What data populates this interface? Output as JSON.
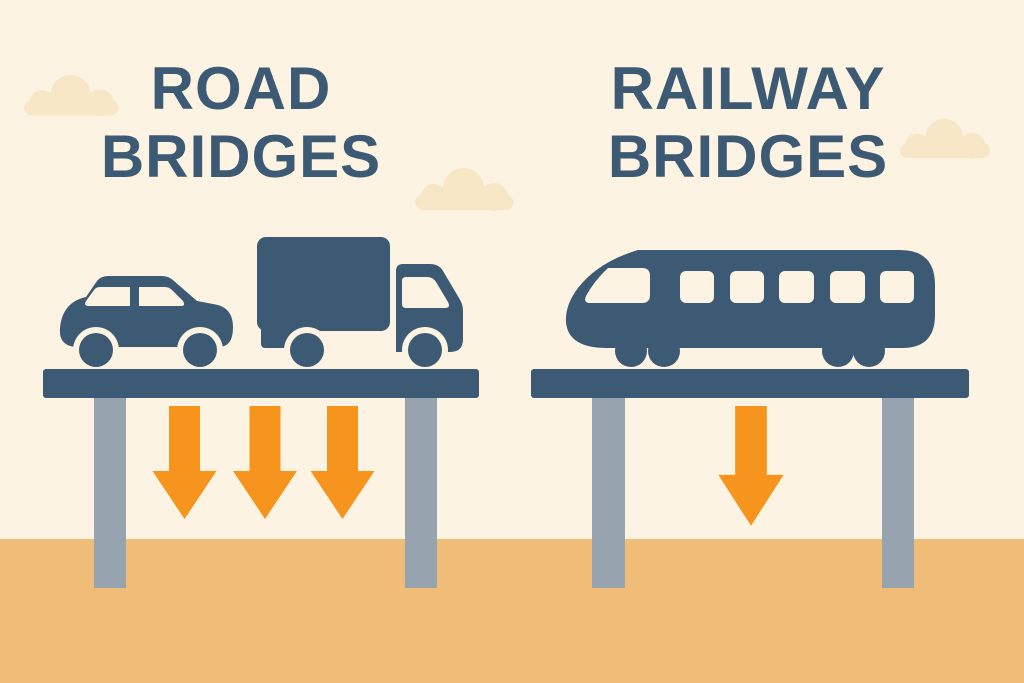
{
  "illustration": {
    "description": "Comparison of road bridges and railway bridges showing load arrows under each bridge deck",
    "colors": {
      "sky": "#fcf3e2",
      "cloud": "#f8e7c7",
      "primary_navy": "#3d5a74",
      "load_arrow_orange": "#f7941e",
      "pier_gray": "#97a3af",
      "ground_tan": "#f0bd79"
    }
  },
  "panels": [
    {
      "id": "road-bridges",
      "title_lines": [
        "ROAD",
        "BRIDGES"
      ],
      "vehicles": [
        "car",
        "truck"
      ],
      "load_arrow_count": 3,
      "pier_count": 2
    },
    {
      "id": "railway-bridges",
      "title_lines": [
        "RAILWAY",
        "BRIDGES"
      ],
      "vehicles": [
        "train"
      ],
      "load_arrow_count": 1,
      "pier_count": 2
    }
  ]
}
